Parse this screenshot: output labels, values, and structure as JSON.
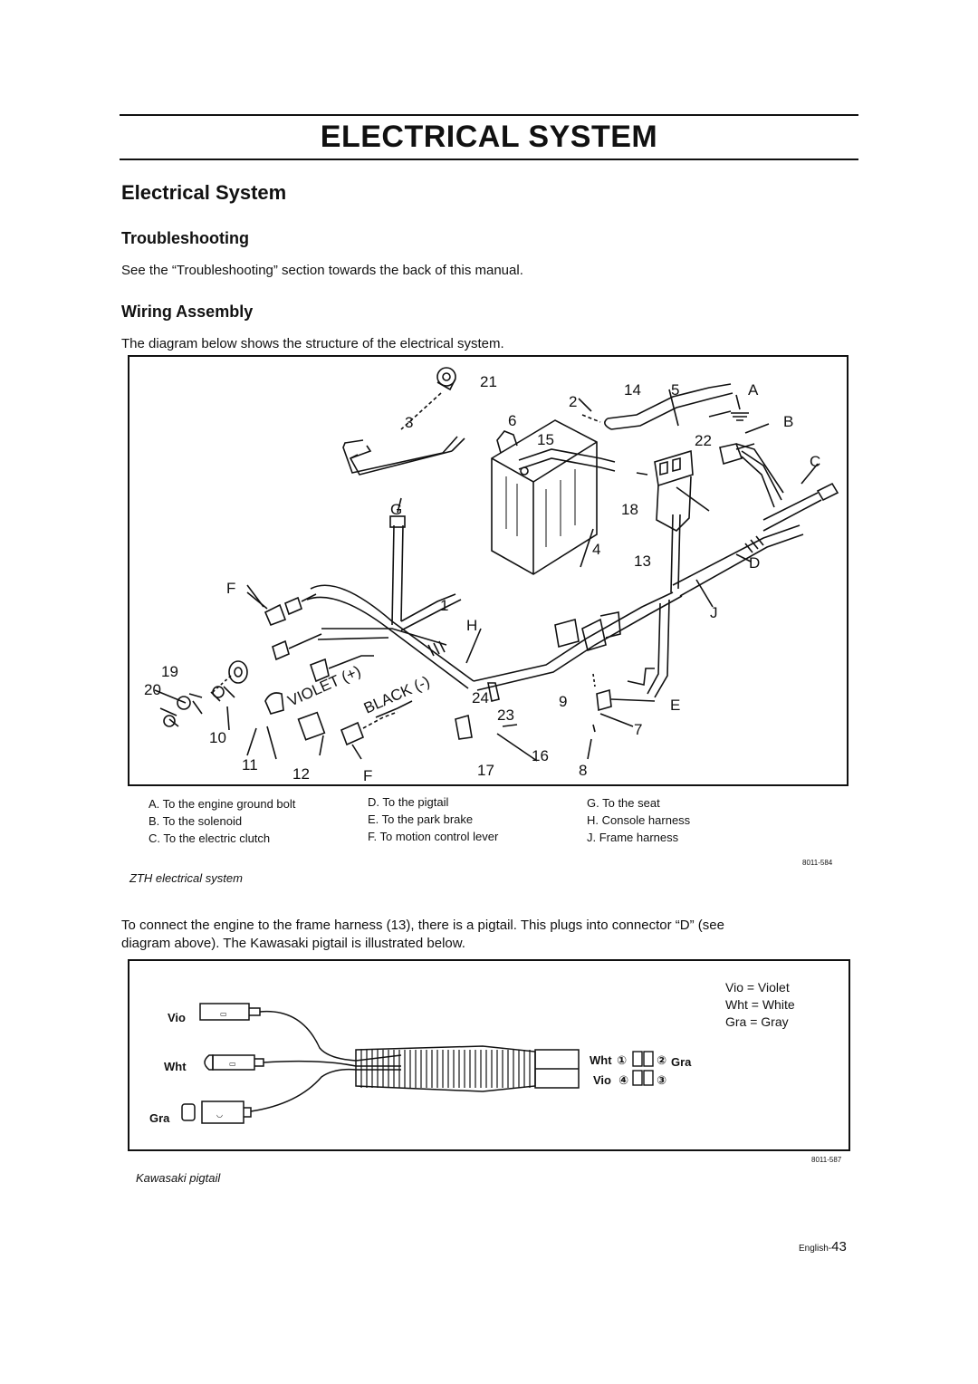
{
  "header": {
    "banner": "ELECTRICAL SYSTEM"
  },
  "section": {
    "title": "Electrical System"
  },
  "troubleshooting": {
    "title": "Troubleshooting",
    "text": "See the “Troubleshooting” section towards the back of this manual."
  },
  "wiring": {
    "title": "Wiring Assembly",
    "intro": "The diagram below shows the structure of the electrical system.",
    "callouts": [
      "21",
      "2",
      "14",
      "5",
      "A",
      "3",
      "6",
      "B",
      "15",
      "22",
      "C",
      "G",
      "18",
      "4",
      "13",
      "D",
      "F",
      "1",
      "J",
      "H",
      "19",
      "20",
      "24",
      "9",
      "E",
      "23",
      "7",
      "10",
      "16",
      "11",
      "12",
      "F",
      "17",
      "8"
    ],
    "harness_text": {
      "violet": "VIOLET (+)",
      "black": "BLACK (-)"
    },
    "legend": {
      "col1": [
        "A. To the engine ground bolt",
        "B. To the solenoid",
        "C. To the electric clutch"
      ],
      "col2": [
        "D. To the pigtail",
        "E. To the park brake",
        "F. To motion control lever"
      ],
      "col3": [
        "G. To the seat",
        "H. Console harness",
        "J.  Frame harness"
      ]
    },
    "figure_code": "8011-584",
    "caption": "ZTH electrical system"
  },
  "pigtail": {
    "intro_line1": "To connect the engine to the frame harness (13), there is a pigtail. This plugs into connector “D” (see",
    "intro_line2": "diagram above). The Kawasaki pigtail is illustrated below.",
    "key": [
      "Vio = Violet",
      "Wht = White",
      "Gra = Gray"
    ],
    "wire_labels": {
      "vio": "Vio",
      "wht": "Wht",
      "gra": "Gra"
    },
    "connector_labels": {
      "wht": "Wht",
      "gra": "Gra",
      "vio": "Vio",
      "pin1": "①",
      "pin2": "②",
      "pin3": "③",
      "pin4": "④"
    },
    "figure_code": "8011-587",
    "caption": "Kawasaki pigtail"
  },
  "footer": {
    "lang": "English-",
    "page": "43"
  }
}
